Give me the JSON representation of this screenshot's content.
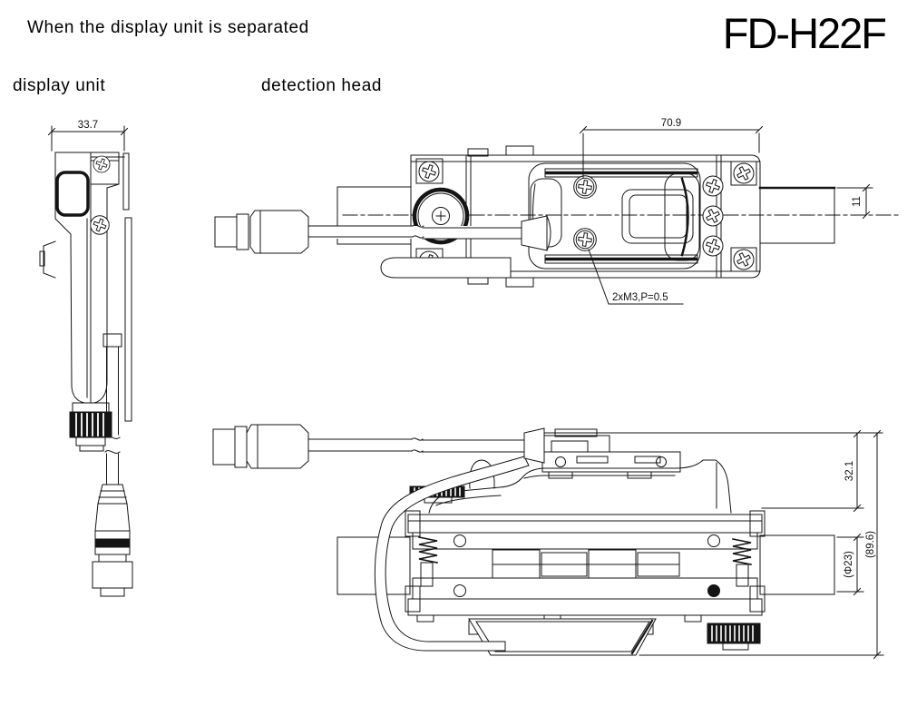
{
  "page": {
    "note": "When the display unit is separated",
    "model": "FD-H22F",
    "background": "#ffffff",
    "line_color": "#141414"
  },
  "labels": {
    "display_unit": "display unit",
    "detection_head": "detection head"
  },
  "dimensions": {
    "display_unit_width": "33.7",
    "head_top_length": "70.9",
    "pipe_center_offset": "11",
    "screw_note": "2xM3,P=0.5",
    "head_upper_height": "32.1",
    "pipe_diameter": "(Φ23)",
    "head_overall_height": "(89.6)"
  }
}
